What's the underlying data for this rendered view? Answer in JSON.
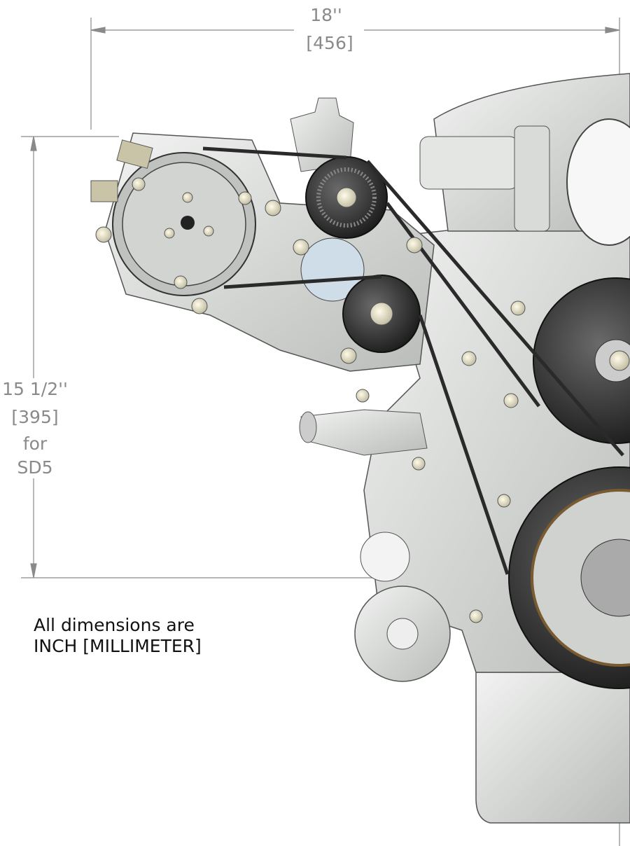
{
  "dimensions": {
    "width": {
      "inch": "18''",
      "mm": "[456]"
    },
    "height": {
      "inch": "15 1/2''",
      "mm": "[395]",
      "qualifier_1": "for",
      "qualifier_2": "SD5"
    }
  },
  "note": {
    "line1": "All dimensions are",
    "line2": "INCH [MILLIMETER]"
  },
  "colors": {
    "dimension": "#8a8a8a",
    "part": "#d8dad8",
    "belt": "#2a2a2a",
    "pulley": "#1e1e1e"
  }
}
